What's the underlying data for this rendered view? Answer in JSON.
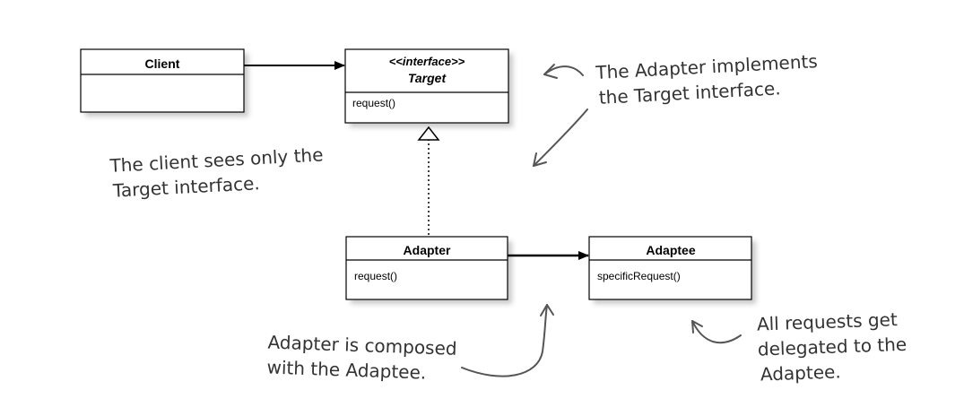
{
  "classes": {
    "client": {
      "name": "Client"
    },
    "target": {
      "stereotype": "<<interface>>",
      "name": "Target",
      "method": "request()"
    },
    "adapter": {
      "name": "Adapter",
      "method": "request()"
    },
    "adaptee": {
      "name": "Adaptee",
      "method": "specificRequest()"
    }
  },
  "notes": {
    "adapter_implements": [
      "The Adapter implements",
      "the Target interface."
    ],
    "client_sees": [
      "The client sees only the",
      "Target interface."
    ],
    "composed": [
      "Adapter is composed",
      "with the Adaptee."
    ],
    "delegated": [
      "All requests get",
      "delegated to the",
      "Adaptee."
    ]
  }
}
